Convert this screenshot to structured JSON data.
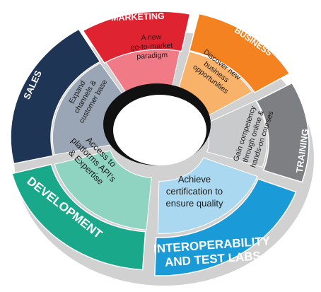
{
  "segments": [
    {
      "key": "marketing",
      "outer_label": "MARKETING",
      "inner_lines": [
        "A new",
        "go-to-market",
        "paradigm"
      ],
      "color": "#e02331",
      "inner_color": "#f07a86"
    },
    {
      "key": "business",
      "outer_label": "BUSINESS",
      "inner_lines": [
        "Discover new",
        "business",
        "opportunities"
      ],
      "color": "#f58220",
      "inner_color": "#f9b26a"
    },
    {
      "key": "training",
      "outer_label": "TRAINING",
      "inner_lines": [
        "Gain competency",
        "through online &",
        "hands-on courses"
      ],
      "color": "#7d7f82",
      "inner_color": "#c9cacc"
    },
    {
      "key": "interop",
      "outer_label_lines": [
        "INTEROPERABILITY",
        "AND TEST LABS"
      ],
      "inner_lines": [
        "Achieve",
        "certification to",
        "ensure quality"
      ],
      "color": "#1a9ad6",
      "inner_color": "#a9d8f0"
    },
    {
      "key": "development",
      "outer_label": "DEVELOPMENT",
      "inner_lines": [
        "Access to",
        "platforms API's",
        "& Expertise"
      ],
      "color": "#1aa88a",
      "inner_color": "#8fd4c1"
    },
    {
      "key": "sales",
      "outer_label": "SALES",
      "inner_lines": [
        "Expand",
        "channels &",
        "customer base"
      ],
      "color": "#1f3555",
      "inner_color": "#9aa6b5"
    }
  ]
}
